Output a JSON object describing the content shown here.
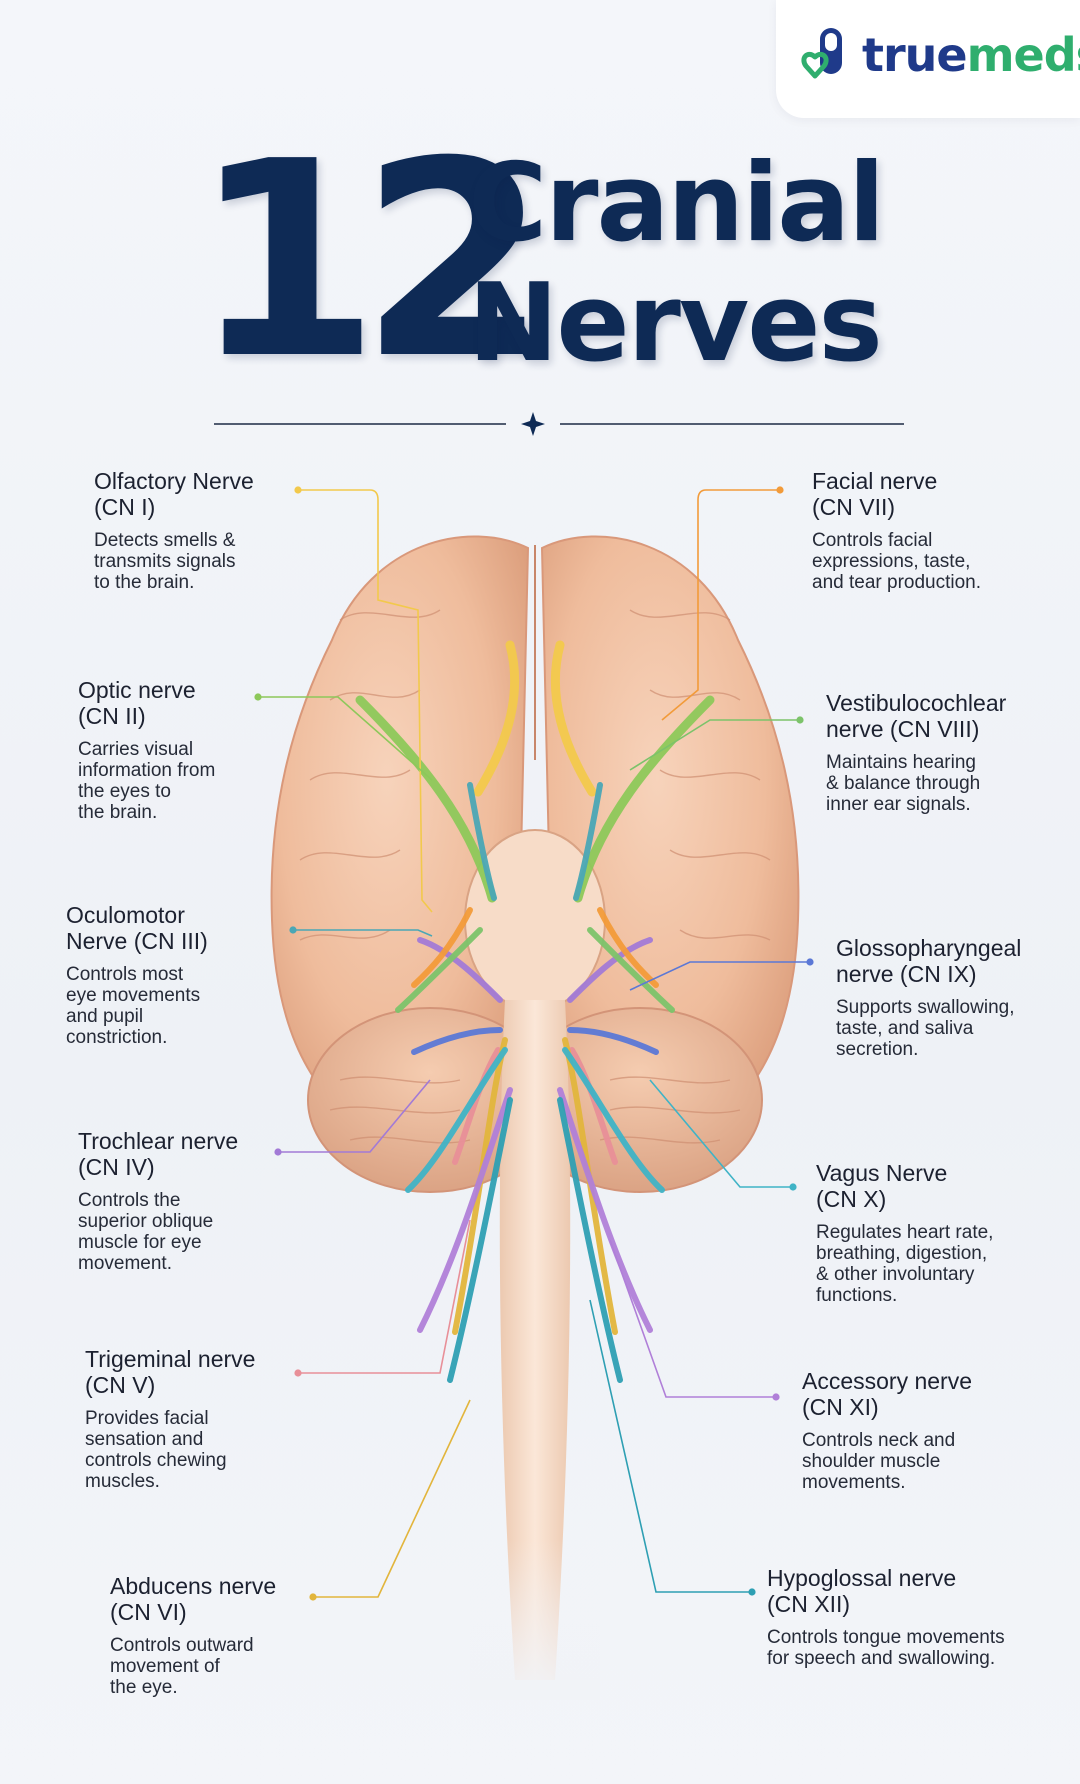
{
  "brand": {
    "name_part1": "true",
    "name_part2": "meds",
    "icon": "capsule-heart-icon",
    "colors": {
      "navy": "#1f3a8a",
      "green": "#2fae6e"
    }
  },
  "title": {
    "number": "12",
    "line1": "Cranial",
    "line2": "Nerves",
    "color": "#0e2a55"
  },
  "divider_icon": "four-point-star-icon",
  "nerves": [
    {
      "name": "Olfactory Nerve\n(CN I)",
      "desc": "Detects smells &\ntransmits signals\nto the brain.",
      "color": "#f2c94c"
    },
    {
      "name": "Optic nerve\n(CN II)",
      "desc": "Carries visual\ninformation from\nthe eyes to\nthe brain.",
      "color": "#8dc85a"
    },
    {
      "name": "Oculomotor\nNerve (CN III)",
      "desc": "Controls most\neye movements\nand pupil\nconstriction.",
      "color": "#4aa7b5"
    },
    {
      "name": "Trochlear nerve\n(CN IV)",
      "desc": "Controls the\nsuperior oblique\nmuscle for eye\nmovement.",
      "color": "#a27ad6"
    },
    {
      "name": "Trigeminal nerve\n(CN V)",
      "desc": "Provides facial\nsensation and\ncontrols chewing\nmuscles.",
      "color": "#e88f98"
    },
    {
      "name": "Abducens nerve\n(CN VI)",
      "desc": "Controls outward\nmovement of\nthe eye.",
      "color": "#e2b53c"
    },
    {
      "name": "Facial nerve\n(CN VII)",
      "desc": "Controls facial\nexpressions, taste,\nand tear production.",
      "color": "#f29b3a"
    },
    {
      "name": "Vestibulocochlear\nnerve (CN VIII)",
      "desc": "Maintains hearing\n& balance through\ninner ear signals.",
      "color": "#7cc36a"
    },
    {
      "name": "Glossopharyngeal\nnerve (CN IX)",
      "desc": "Supports swallowing,\ntaste, and saliva\nsecretion.",
      "color": "#5b78d6"
    },
    {
      "name": "Vagus Nerve\n(CN X)",
      "desc": "Regulates heart rate,\nbreathing, digestion,\n& other involuntary\nfunctions.",
      "color": "#3fb3c6"
    },
    {
      "name": "Accessory nerve\n(CN XI)",
      "desc": "Controls neck and\nshoulder muscle\nmovements.",
      "color": "#b07fd8"
    },
    {
      "name": "Hypoglossal nerve\n(CN XII)",
      "desc": "Controls tongue movements\nfor speech and swallowing.",
      "color": "#2e9fb3"
    }
  ]
}
